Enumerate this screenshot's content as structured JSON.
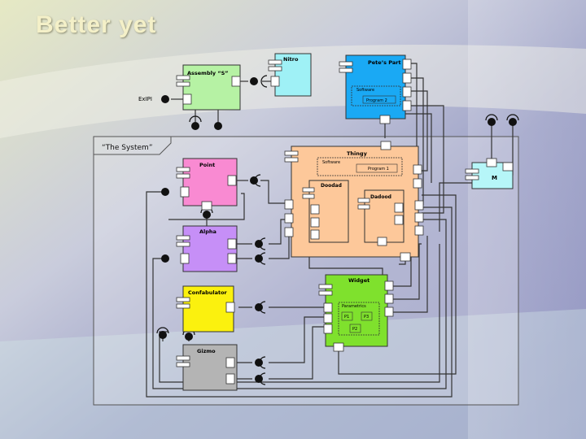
{
  "slide": {
    "title": "Better yet"
  },
  "diagram": {
    "system": {
      "label": "“The System”"
    },
    "components": {
      "assembly_s": {
        "label": "Assembly “S”",
        "color": "#b6f2a4"
      },
      "nitro": {
        "label": "Nitro",
        "color": "#9ff1f6"
      },
      "petes_part": {
        "label": "Pete’s Part",
        "color": "#1aa9f4"
      },
      "thingy": {
        "label": "Thingy",
        "color": "#fdc89a"
      },
      "doodad": {
        "label": "Doodad",
        "color": "#fdc89a"
      },
      "dadood": {
        "label": "Dadood",
        "color": "#fdc89a"
      },
      "point": {
        "label": "Point",
        "color": "#f98ad2"
      },
      "alpha": {
        "label": "Alpha",
        "color": "#c68ff7"
      },
      "confabulator": {
        "label": "Confabulator",
        "color": "#fbf10e"
      },
      "gizmo": {
        "label": "Gizmo",
        "color": "#b4b4b4"
      },
      "widget": {
        "label": "Widget",
        "color": "#7fe12d"
      },
      "m": {
        "label": "M",
        "color": "#b6f6f8"
      }
    },
    "packages": {
      "petes_software": {
        "label": "Software",
        "program": "Program 2"
      },
      "thingy_software": {
        "label": "Software",
        "program": "Program 1"
      },
      "parametrics": {
        "label": "Parametrics",
        "items": [
          "P1",
          "P3",
          "P2"
        ]
      }
    },
    "external_ports": {
      "exipi": "ExIPI"
    }
  }
}
